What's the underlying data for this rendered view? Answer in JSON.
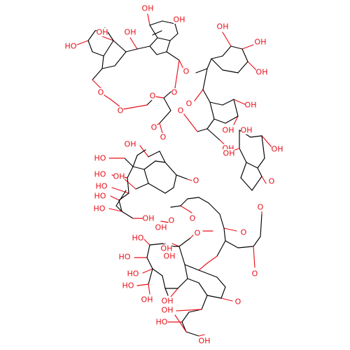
{
  "diagram": {
    "type": "chemical-structure",
    "colors": {
      "bond": "#000000",
      "oxygen": "#e8101a",
      "background": "#ffffff"
    },
    "labels": {
      "oh": "OH",
      "ho": "HO",
      "o": "O"
    }
  }
}
